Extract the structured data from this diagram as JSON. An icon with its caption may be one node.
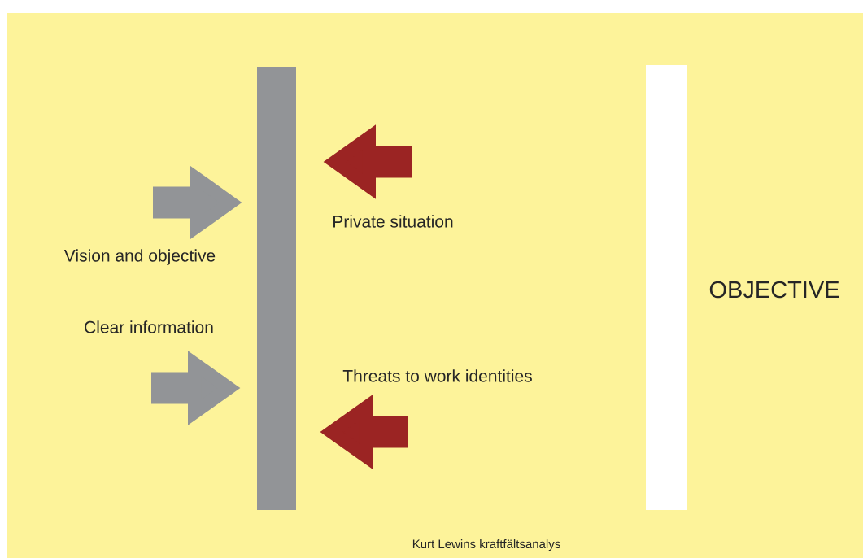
{
  "diagram": {
    "caption": "Kurt Lewins kraftfältsanalys",
    "nodes": [
      {
        "text": [],
        "shape": "bar"
      },
      {
        "text": [],
        "shape": "bar"
      }
    ],
    "labels": [
      "Private situation",
      "Vision and objective",
      "OBJECTIVE",
      "Clear information",
      "Threats to work identities"
    ]
  }
}
